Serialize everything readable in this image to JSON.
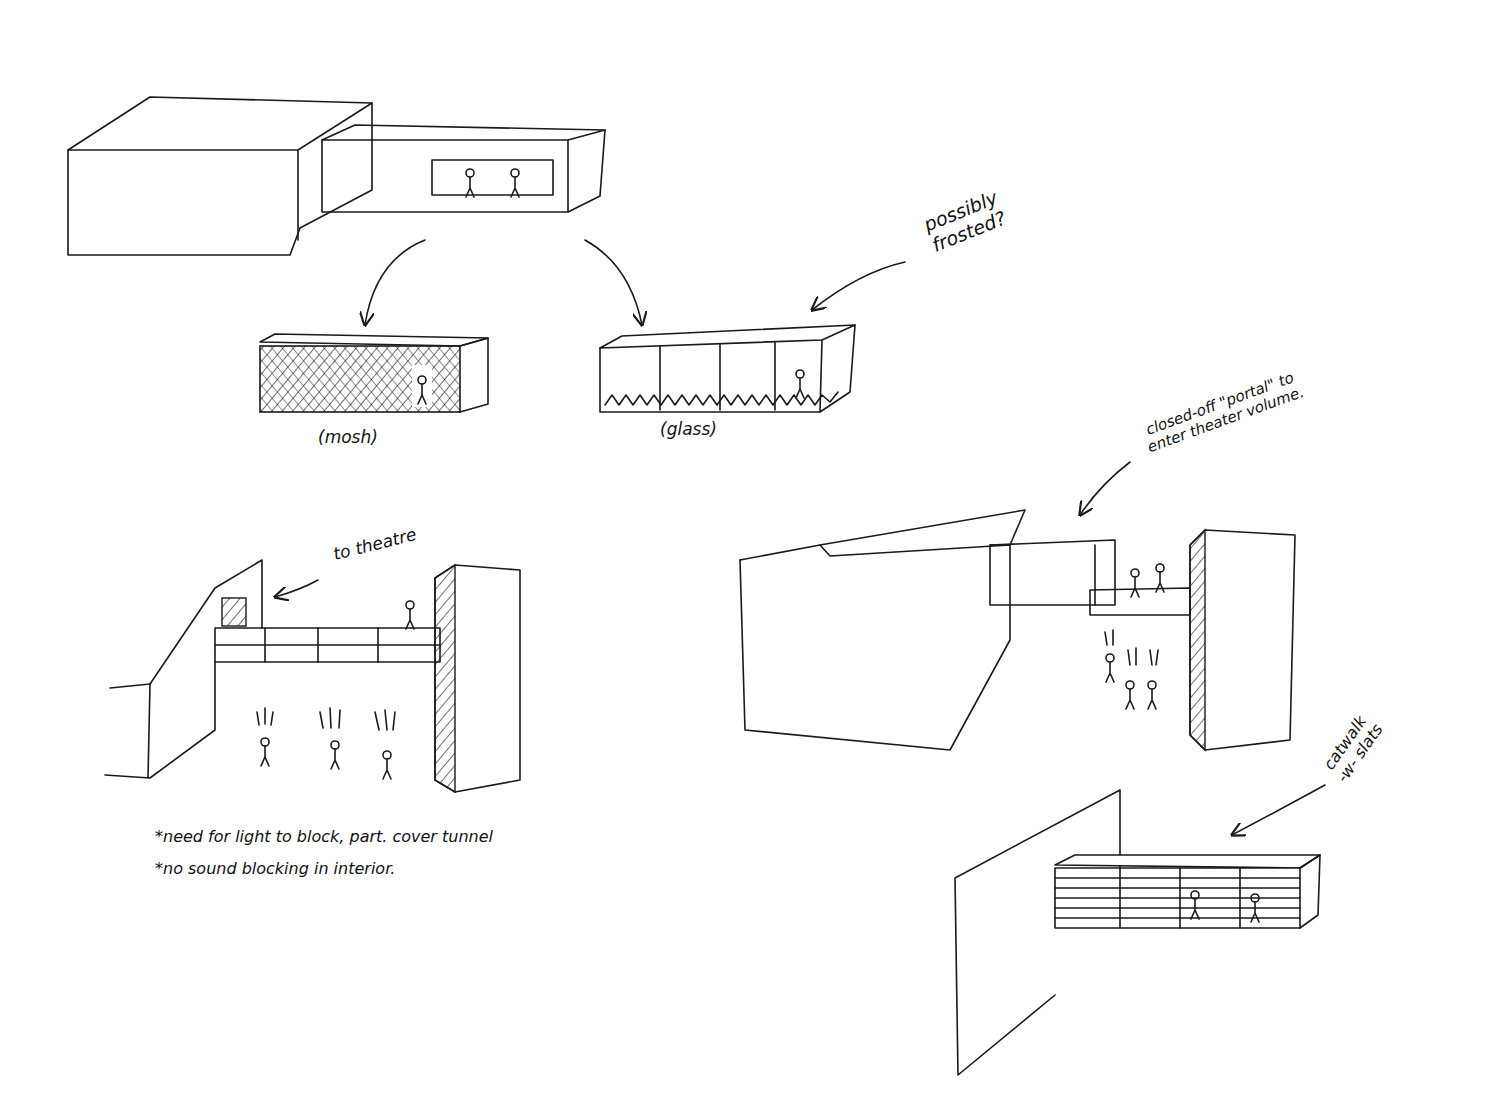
{
  "diagram": {
    "labels": [
      "possibly frosted?",
      "(mosh)",
      "(glass)",
      "to theatre",
      "closed-off \"portal\" to enter theater volume.",
      "*need for light to block, part. cover tunnel",
      "*no sound blocking in interior.",
      "catwalk -w- slats"
    ]
  }
}
